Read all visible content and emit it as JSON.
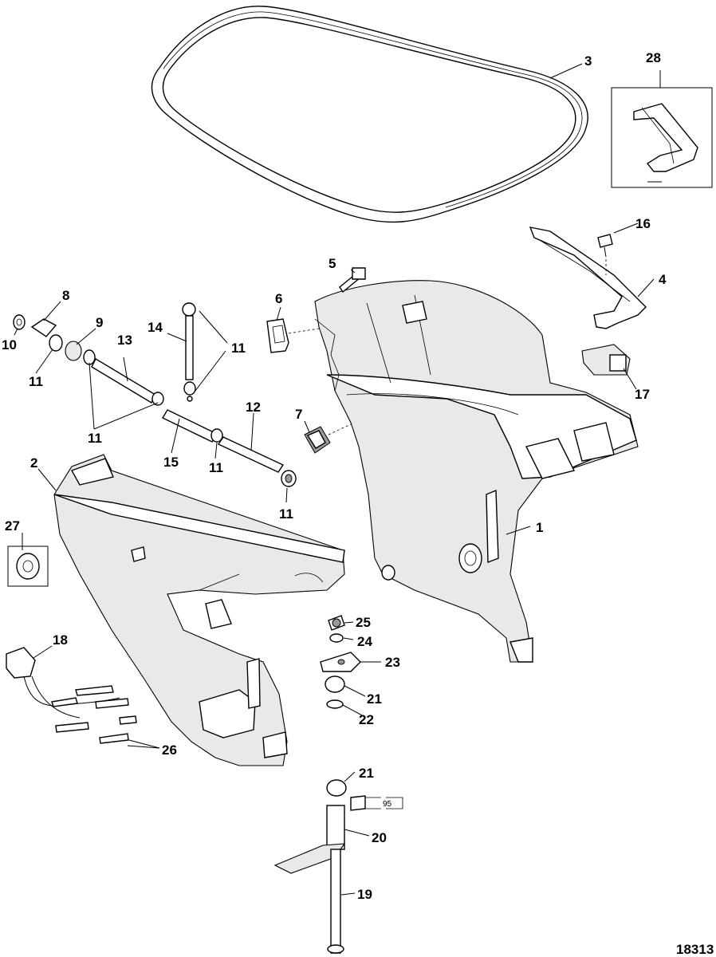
{
  "diagram": {
    "figure_number": "18313",
    "callouts": {
      "c1": "1",
      "c2": "2",
      "c3": "3",
      "c4": "4",
      "c5": "5",
      "c6": "6",
      "c7": "7",
      "c8": "8",
      "c9": "9",
      "c10": "10",
      "c11a": "11",
      "c11b": "11",
      "c11c": "11",
      "c11d": "11",
      "c11e": "11",
      "c12": "12",
      "c13": "13",
      "c14": "14",
      "c15": "15",
      "c16": "16",
      "c17": "17",
      "c18": "18",
      "c19": "19",
      "c20": "20",
      "c21a": "21",
      "c21b": "21",
      "c22": "22",
      "c23": "23",
      "c24": "24",
      "c25": "25",
      "c26": "26",
      "c27": "27",
      "c28": "28"
    },
    "lubricant_code": "95"
  }
}
